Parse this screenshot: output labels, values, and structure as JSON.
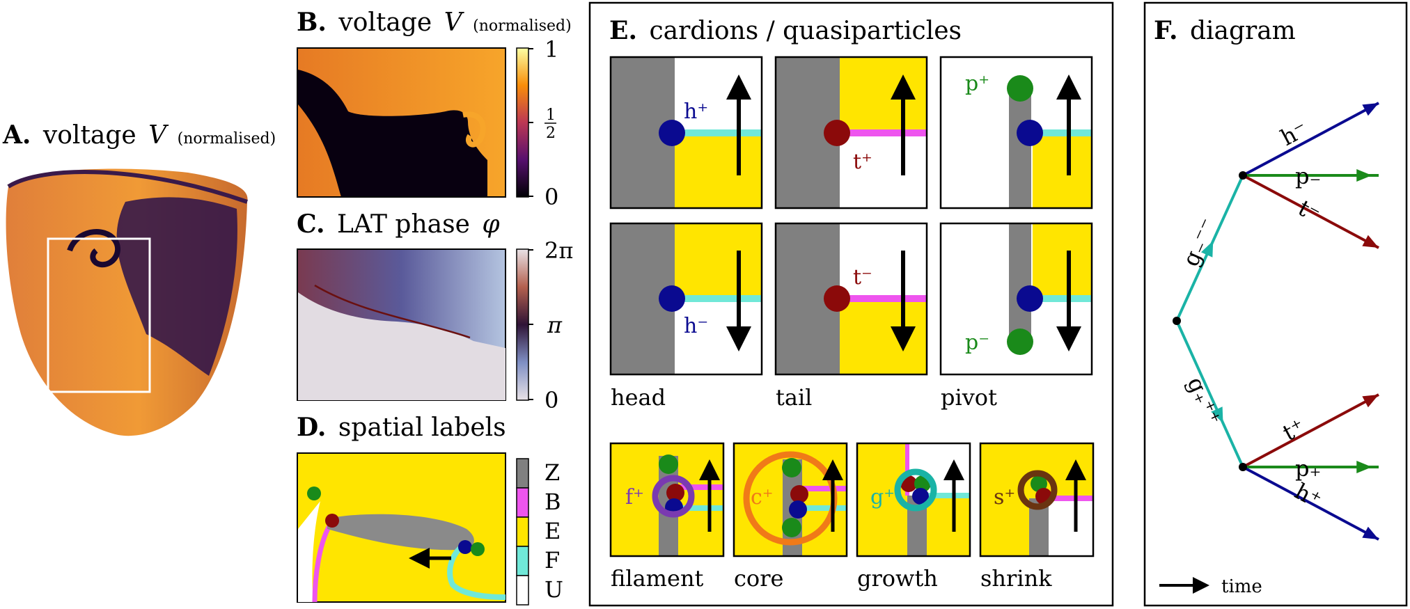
{
  "panelA": {
    "letter": "A.",
    "title": "voltage",
    "var": "V",
    "unit": "(normalised)"
  },
  "panelB": {
    "letter": "B.",
    "title": "voltage",
    "var": "V",
    "unit": "(normalised)",
    "ticks": [
      "1",
      "1",
      "2",
      "0"
    ]
  },
  "panelC": {
    "letter": "C.",
    "title": "LAT phase",
    "var": "φ",
    "ticks": [
      "2π",
      "π",
      "0"
    ]
  },
  "panelD": {
    "letter": "D.",
    "title": "spatial labels",
    "ticks": [
      "Z",
      "B",
      "E",
      "F",
      "U"
    ]
  },
  "panelE": {
    "letter": "E.",
    "title": "cardions / quasiparticles",
    "labels": [
      "head",
      "tail",
      "pivot",
      "filament",
      "core",
      "growth",
      "shrink"
    ],
    "symbols": {
      "h_plus": "h⁺",
      "t_plus": "t⁺",
      "p_plus": "p⁺",
      "h_minus": "h⁻",
      "t_minus": "t⁻",
      "p_minus": "p⁻",
      "f_plus": "f⁺",
      "c_plus": "c⁺",
      "g_plus": "g⁺",
      "s_plus": "s⁺"
    }
  },
  "panelF": {
    "letter": "F.",
    "title": "diagram",
    "edges": {
      "h_minus": "h⁻",
      "p_minus": "p₋",
      "t_minus": "t⁻",
      "g_minus": "g₋⁻⁻",
      "g_plus": "g₊⁺⁺",
      "t_plus": "t⁺",
      "p_plus": "p₊",
      "h_plus": "h⁺"
    },
    "time": "time"
  },
  "colors": {
    "gray": "#808080",
    "yellow": "#ffe500",
    "cyan": "#70e8d8",
    "magenta": "#ee55ee",
    "navy": "#0a0a90",
    "maroon": "#8b0a0a",
    "green": "#1a8a1a",
    "teal": "#1ab3a6",
    "purple": "#7a3ab0",
    "orange": "#f07a18",
    "brown": "#6a3410"
  }
}
